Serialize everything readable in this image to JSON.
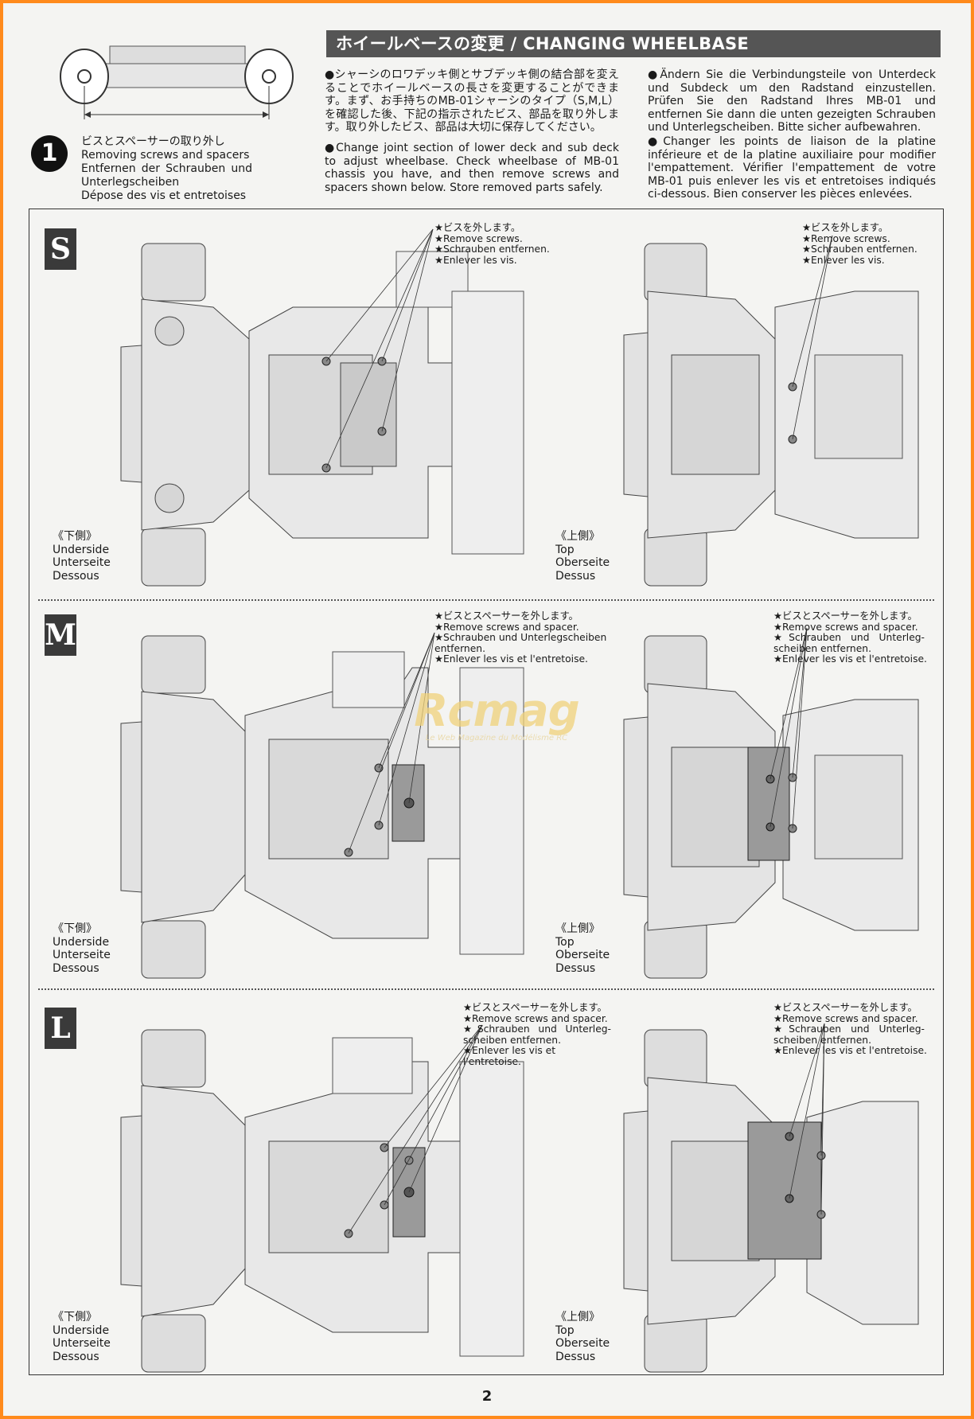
{
  "header": {
    "title": "ホイールベースの変更 / CHANGING WHEELBASE"
  },
  "intro": {
    "jp": "●シャーシのロワデッキ側とサブデッキ側の結合部を変えることでホイールベースの長さを変更することができます。まず、お手持ちのMB-01シャーシのタイプ（S,M,L）を確認した後、下記の指示されたビス、部品を取り外します。取り外したビス、部品は大切に保存してください。",
    "en": "●Change joint section of lower deck and sub deck to adjust wheelbase. Check wheelbase of MB-01 chassis you have, and then remove screws and spacers shown below. Store removed parts safely.",
    "de": "●Ändern Sie die Verbindungsteile von Unterdeck und Subdeck um den Radstand einzustellen. Prüfen Sie den Radstand Ihres MB-01 und entfernen Sie dann die unten gezeigten Schrauben und Unterlegscheiben. Bitte sicher aufbewahren.",
    "fr": "●Changer les points de liaison de la platine inférieure et de la platine auxiliaire pour modifier l'empattement. Vérifier l'empattement de votre MB-01 puis enlever les vis et entretoises indiqués ci-dessous. Bien conserver les pièces enlevées."
  },
  "step": {
    "number": "1",
    "jp": "ビスとスペーサーの取り外し",
    "en": "Removing screws and spacers",
    "de": "Entfernen der Schrauben und Unterlegscheiben",
    "fr": "Dépose des vis et entretoises"
  },
  "sections": [
    {
      "badge": "S",
      "left_callout": [
        "★ビスを外します。",
        "★Remove screws.",
        "★Schrauben entfernen.",
        "★Enlever les vis."
      ],
      "right_callout": [
        "★ビスを外します。",
        "★Remove screws.",
        "★Schrauben entfernen.",
        "★Enlever les vis."
      ],
      "left_label": [
        "《下側》",
        "Underside",
        "Unterseite",
        "Dessous"
      ],
      "right_label": [
        "《上側》",
        "Top",
        "Oberseite",
        "Dessus"
      ]
    },
    {
      "badge": "M",
      "left_callout": [
        "★ビスとスペーサーを外します。",
        "★Remove screws and spacer.",
        "★Schrauben und Unterlegscheiben entfernen.",
        "★Enlever les vis et l'entretoise."
      ],
      "right_callout": [
        "★ビスとスペーサーを外します。",
        "★Remove screws and spacer.",
        "★Schrauben und Unterleg-scheiben entfernen.",
        "★Enlever les vis et l'entretoise."
      ],
      "left_label": [
        "《下側》",
        "Underside",
        "Unterseite",
        "Dessous"
      ],
      "right_label": [
        "《上側》",
        "Top",
        "Oberseite",
        "Dessus"
      ]
    },
    {
      "badge": "L",
      "left_callout": [
        "★ビスとスペーサーを外します。",
        "★Remove screws and spacer.",
        "★Schrauben und Unterleg-scheiben entfernen.",
        "★Enlever les vis et l'entretoise."
      ],
      "right_callout": [
        "★ビスとスペーサーを外します。",
        "★Remove screws and spacer.",
        "★Schrauben und Unterleg-scheiben entfernen.",
        "★Enlever les vis et l'entretoise."
      ],
      "left_label": [
        "《下側》",
        "Underside",
        "Unterseite",
        "Dessous"
      ],
      "right_label": [
        "《上側》",
        "Top",
        "Oberseite",
        "Dessus"
      ]
    }
  ],
  "watermark": {
    "main": "Rcmag",
    "sub": "Le Web Magazine du Modélisme RC"
  },
  "page_number": "2"
}
